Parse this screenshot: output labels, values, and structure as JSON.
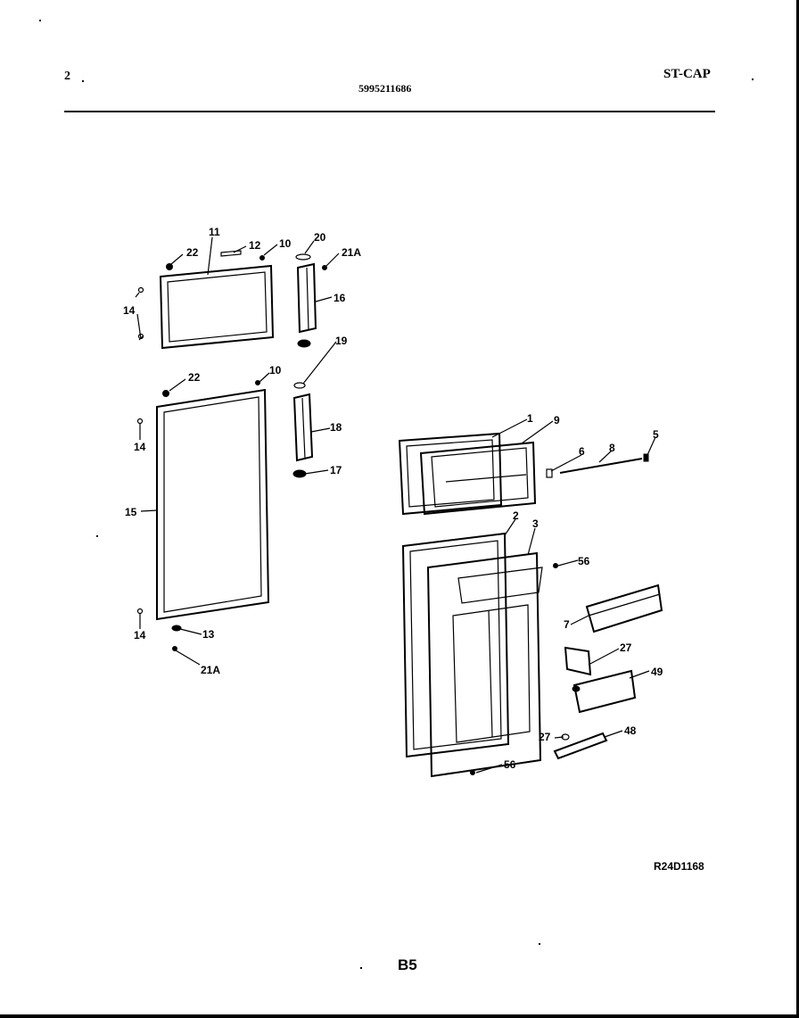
{
  "header": {
    "page": "2",
    "part_number": "5995211686",
    "model": "ST-CAP"
  },
  "callouts": {
    "c1": "1",
    "c2": "2",
    "c3": "3",
    "c5": "5",
    "c6": "6",
    "c7": "7",
    "c8": "8",
    "c9": "9",
    "c10a": "10",
    "c10b": "10",
    "c11": "11",
    "c12": "12",
    "c13": "13",
    "c14a": "14",
    "c14b": "14",
    "c14c": "14",
    "c15": "15",
    "c16a": "16",
    "c16b": "18",
    "c17": "17",
    "c19": "19",
    "c20": "20",
    "c21a": "21A",
    "c21b": "21A",
    "c22a": "22",
    "c22b": "22",
    "c27a": "27",
    "c27b": "27",
    "c48": "48",
    "c49": "49",
    "c56a": "56",
    "c56b": "56"
  },
  "diagram_ref": "R24D1168",
  "page_code": "B5"
}
